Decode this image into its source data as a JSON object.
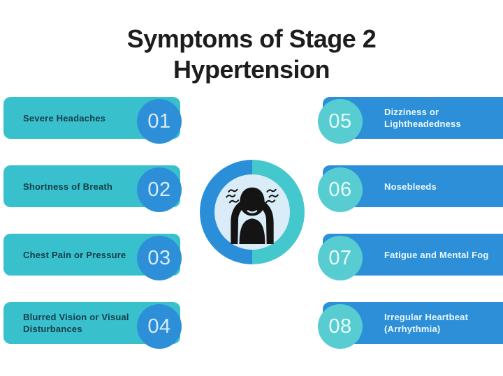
{
  "title": {
    "line1": "Symptoms of Stage 2",
    "line2": "Hypertension"
  },
  "items": {
    "left": [
      {
        "number": "01",
        "label": "Severe Headaches"
      },
      {
        "number": "02",
        "label": "Shortness of Breath"
      },
      {
        "number": "03",
        "label": "Chest Pain or Pressure"
      },
      {
        "number": "04",
        "label": "Blurred Vision or Visual Disturbances"
      }
    ],
    "right": [
      {
        "number": "05",
        "label": "Dizziness or Lightheadedness"
      },
      {
        "number": "06",
        "label": "Nosebleeds"
      },
      {
        "number": "07",
        "label": "Fatigue and Mental Fog"
      },
      {
        "number": "08",
        "label": "Irregular Heartbeat (Arrhythmia)"
      }
    ]
  },
  "center": {
    "icon": "person-headache-icon"
  },
  "colors": {
    "background": "#ffffff",
    "title_text": "#1d1d1f",
    "teal_bar": "#38c1cd",
    "blue_bar": "#2c8fd7",
    "blue_circle": "#2e8fd9",
    "teal_circle": "#57cdd2",
    "ring_blue": "#2a8fd8",
    "ring_teal": "#44c8cd",
    "inner_circle": "#d9ecf8",
    "dark_text": "#173c49",
    "light_text": "#ecf8fd",
    "num_on_blue": "#d6ecfa",
    "num_on_teal": "#eafbfb",
    "silhouette": "#141414"
  }
}
